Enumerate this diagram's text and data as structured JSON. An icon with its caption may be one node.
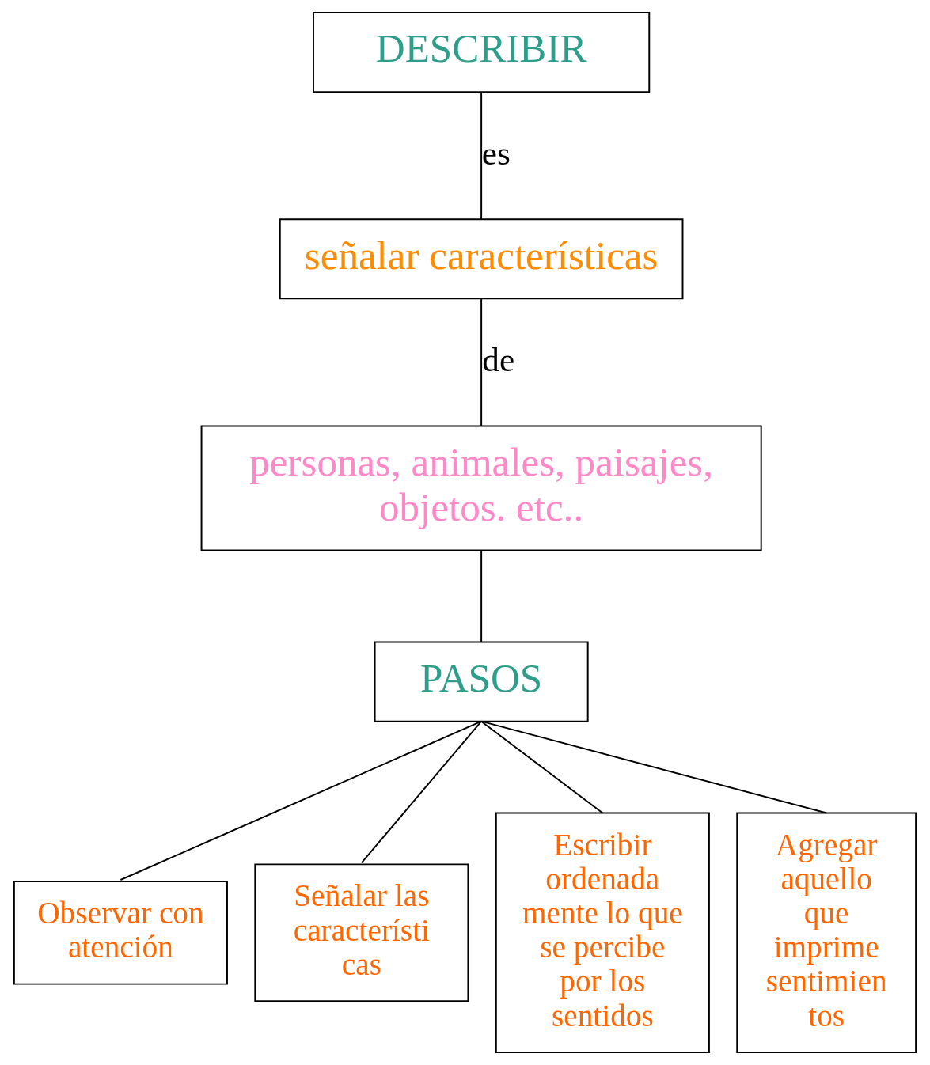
{
  "diagram": {
    "nodes": [
      {
        "text": [
          "DESCRIBIR"
        ]
      },
      {
        "text": [
          "señalar características"
        ]
      },
      {
        "text": [
          "personas, animales, paisajes, objetos. etc.."
        ]
      },
      {
        "text": [
          "PASOS"
        ]
      },
      {
        "text": [
          "Observar con atención"
        ]
      },
      {
        "text": [
          "Señalar las característi cas"
        ]
      },
      {
        "text": [
          "Escribir ordenada mente lo que se percibe por los sentidos"
        ]
      },
      {
        "text": [
          "Agregar aquello que imprime sentimien tos"
        ]
      }
    ],
    "edges": [
      {
        "from": 0,
        "to": 1,
        "arrow": "none",
        "label": "es"
      },
      {
        "from": 1,
        "to": 2,
        "arrow": "none",
        "label": "de"
      },
      {
        "from": 2,
        "to": 3,
        "arrow": "none"
      },
      {
        "from": 3,
        "to": 4,
        "arrow": "none"
      },
      {
        "from": 3,
        "to": 5,
        "arrow": "none"
      },
      {
        "from": 3,
        "to": 6,
        "arrow": "none"
      },
      {
        "from": 3,
        "to": 7,
        "arrow": "none"
      }
    ]
  }
}
